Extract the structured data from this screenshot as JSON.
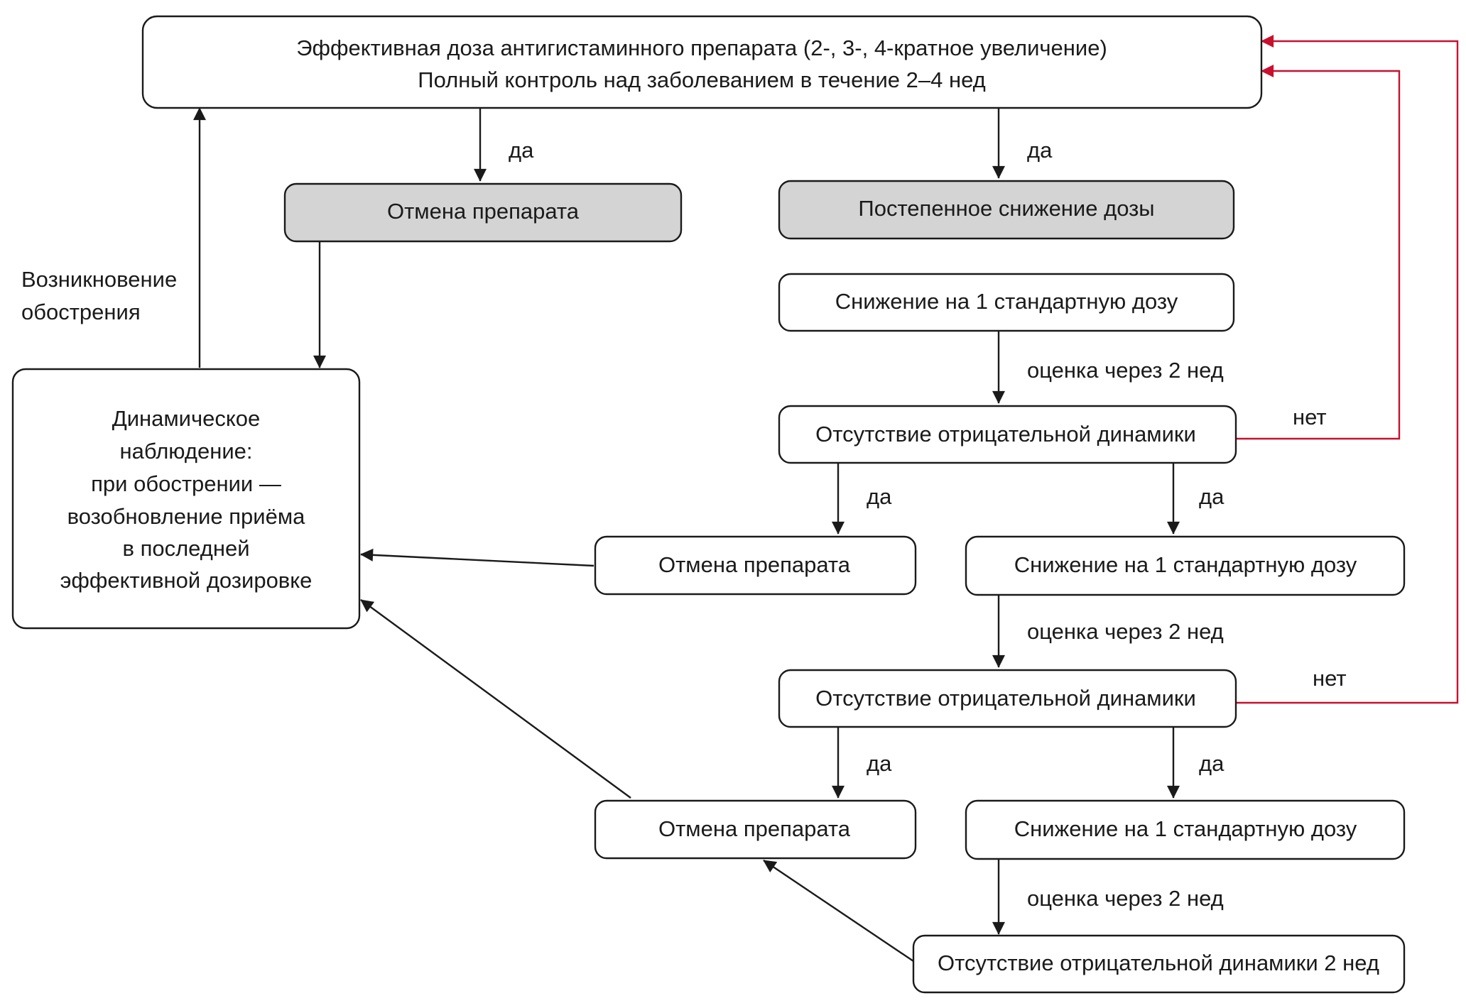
{
  "nodes": {
    "top": {
      "line1": "Эффективная доза антигистаминного препарата (2-, 3-, 4-кратное увеличение)",
      "line2": "Полный контроль над заболеванием в течение 2–4 нед"
    },
    "cancel_1": "Отмена препарата",
    "gradual": "Постепенное снижение дозы",
    "reduce_1": "Снижение на 1 стандартную дозу",
    "no_neg_1": "Отсутствие отрицательной динамики",
    "cancel_2": "Отмена препарата",
    "reduce_2": "Снижение на 1 стандартную дозу",
    "no_neg_2": "Отсутствие отрицательной динамики",
    "cancel_3": "Отмена препарата",
    "reduce_3": "Снижение на 1 стандартную дозу",
    "no_neg_3": "Отсутствие отрицательной динамики 2 нед",
    "observe": [
      "Динамическое",
      "наблюдение:",
      "при обострении —",
      "возобновление приёма",
      "в последней",
      "эффективной дозировке"
    ]
  },
  "labels": {
    "yes": "да",
    "no": "нет",
    "eval": "оценка через 2 нед",
    "flare": [
      "Возникновение",
      "обострения"
    ]
  },
  "colors": {
    "line": "#1a1a1a",
    "feedback": "#c8102e",
    "grey_fill": "#d4d4d4"
  }
}
